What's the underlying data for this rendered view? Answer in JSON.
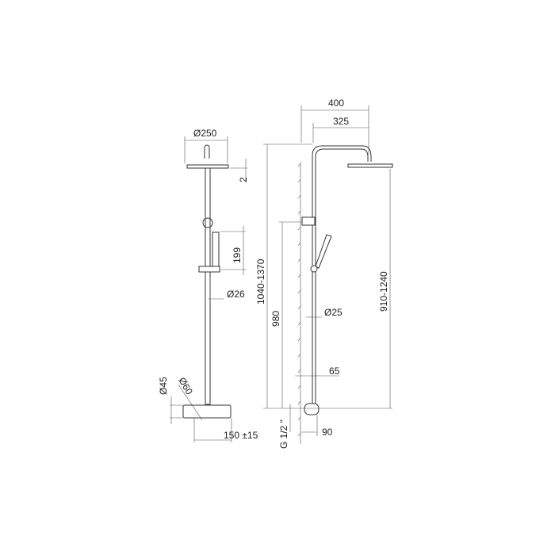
{
  "front_view": {
    "head_diameter": "Ø250",
    "head_thickness": "2",
    "handshower_length": "199",
    "rail_diameter": "Ø26",
    "outlet_diameter": "Ø45",
    "mixer_diameter": "Ø60",
    "inlet_spacing": "150 ±15"
  },
  "side_view": {
    "overall_projection": "400",
    "arm_projection": "325",
    "total_height": "1040-1370",
    "bracket_height": "980",
    "head_height": "910-1240",
    "pipe_diameter": "Ø25",
    "wall_distance": "65",
    "connection": "G 1/2 \"",
    "mixer_depth": "90"
  }
}
